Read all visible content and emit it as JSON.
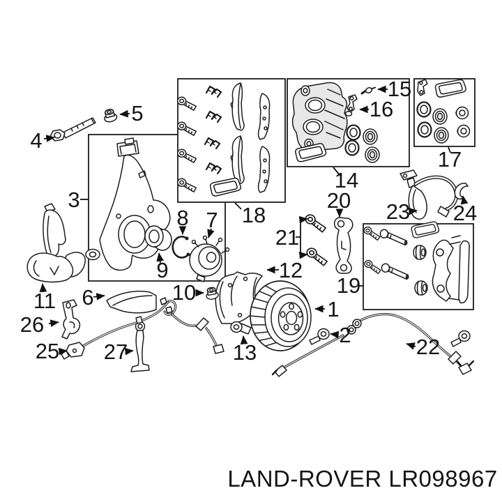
{
  "colors": {
    "background": "#ffffff",
    "line_art": "#1c1c1c"
  },
  "diagram": {
    "brand_text": "LAND-ROVER LR098967",
    "callouts": [
      "1",
      "2",
      "3",
      "4",
      "5",
      "6",
      "7",
      "8",
      "9",
      "10",
      "11",
      "12",
      "13",
      "14",
      "15",
      "16",
      "17",
      "18",
      "19",
      "20",
      "21",
      "22",
      "23",
      "24",
      "25",
      "26",
      "27"
    ]
  }
}
